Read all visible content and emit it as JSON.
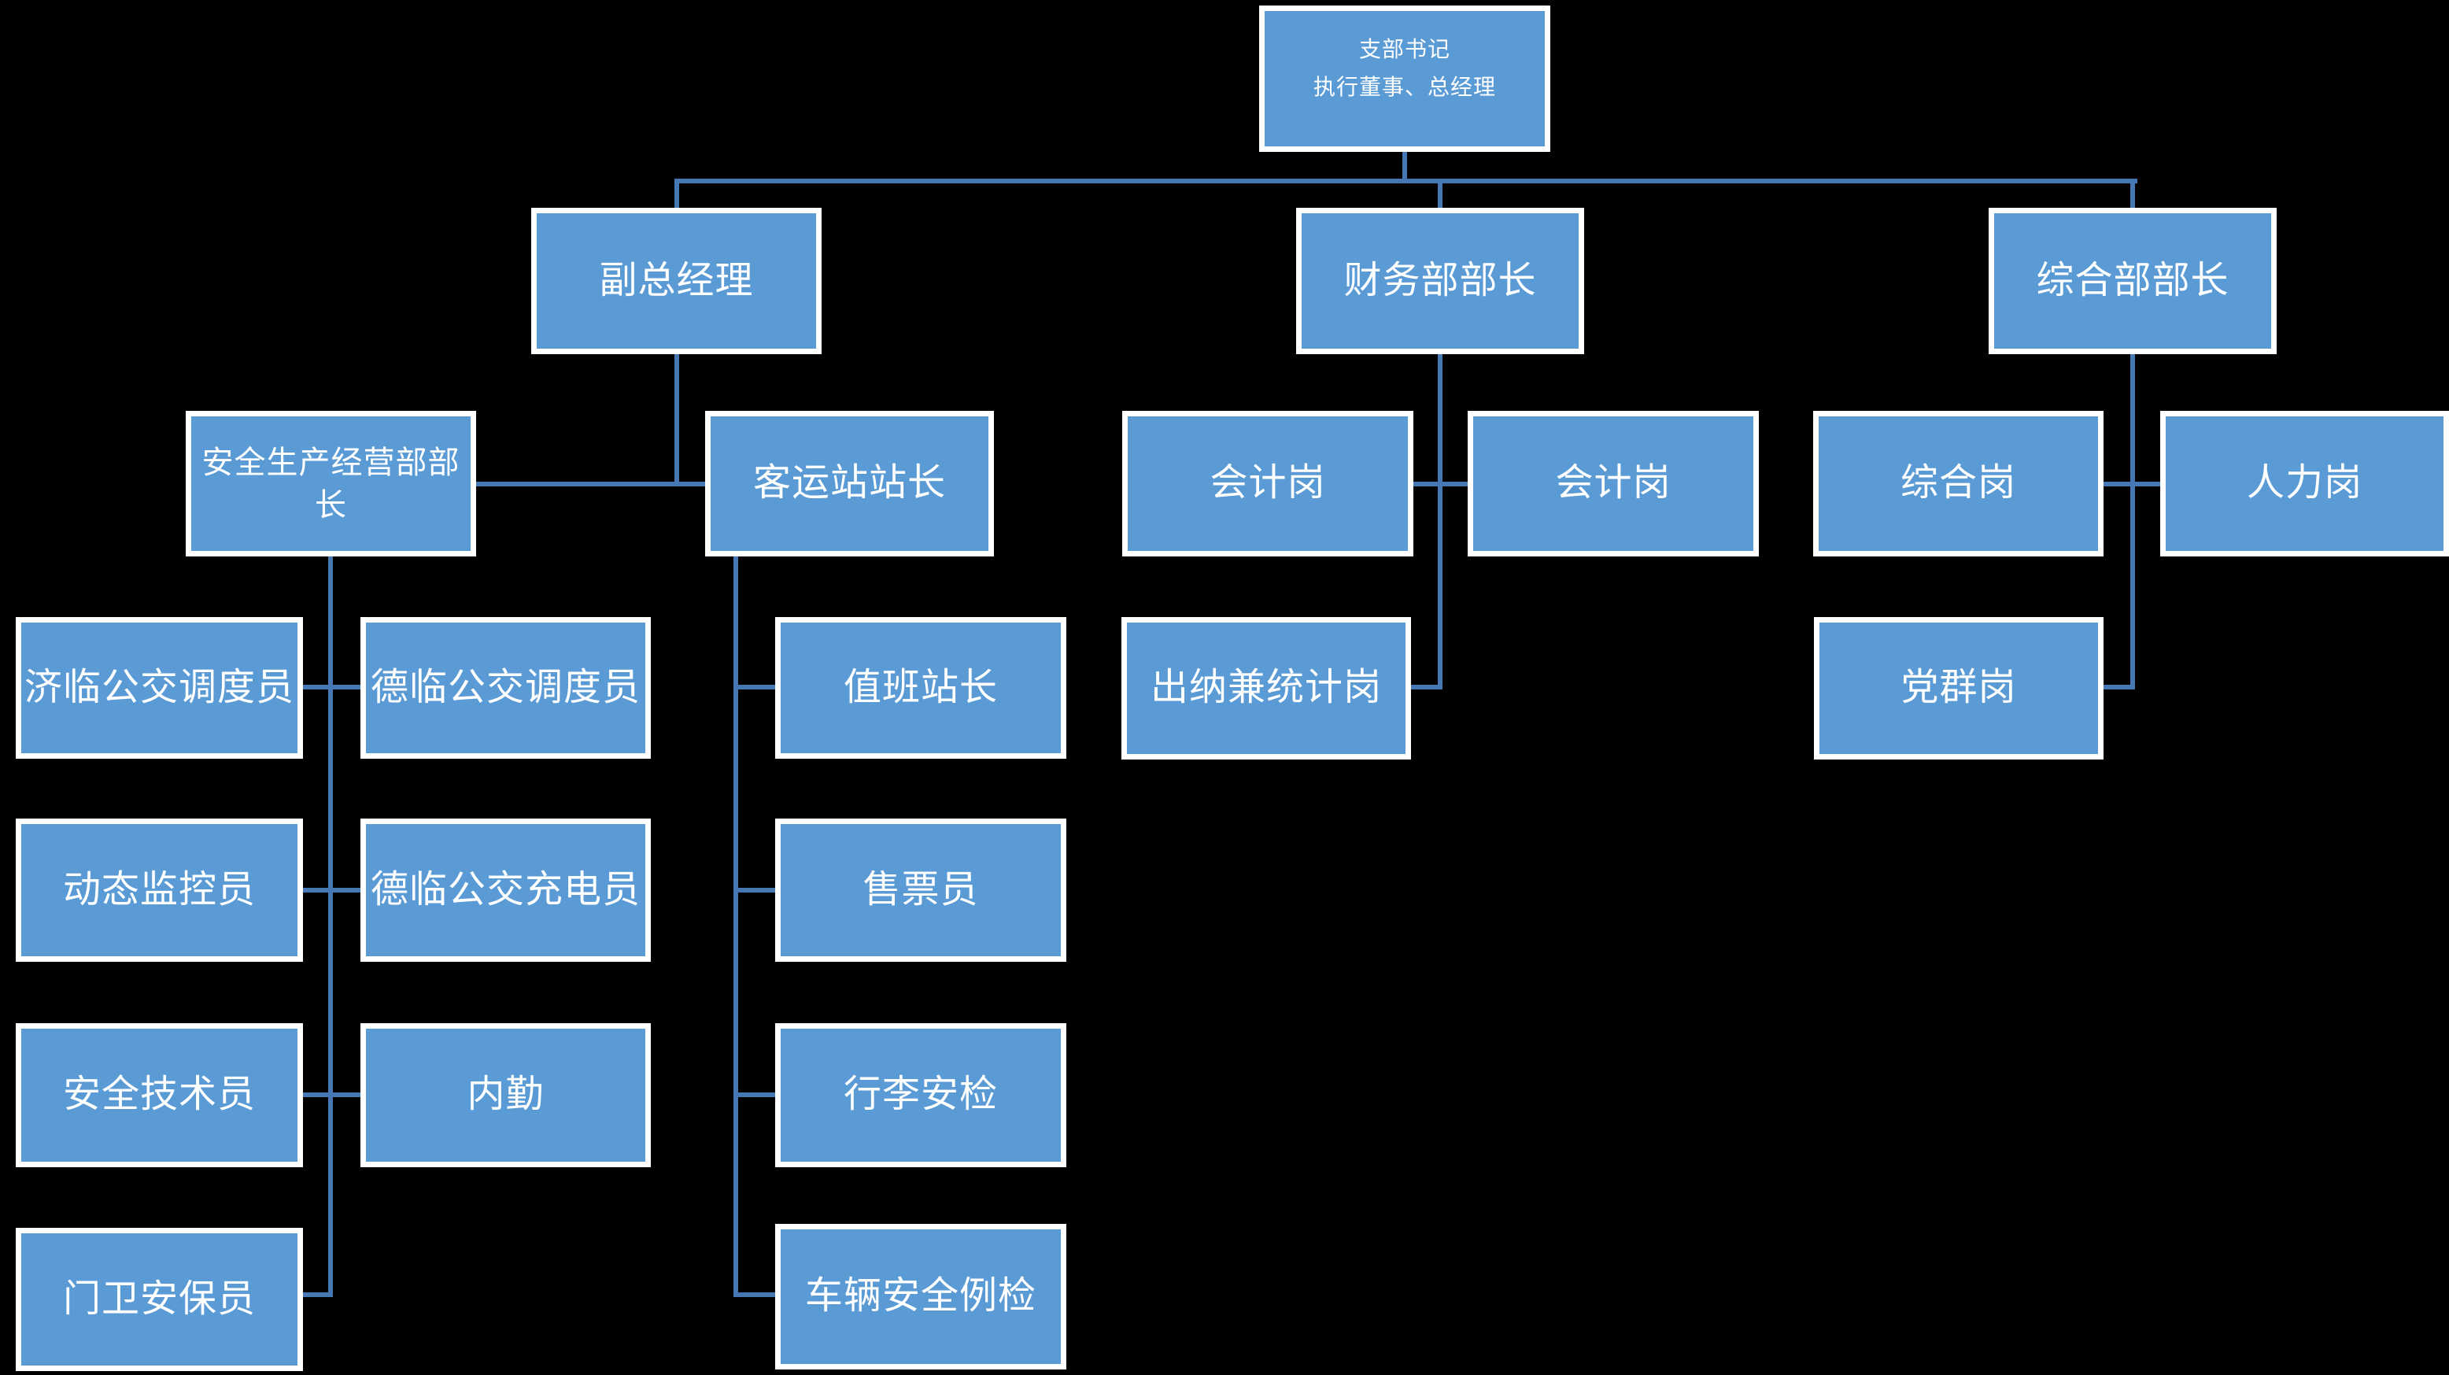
{
  "colors": {
    "background": "#000000",
    "node_fill": "#5b9bd5",
    "node_border": "#ffffff",
    "connector": "#4678b4",
    "text": "#ffffff"
  },
  "org_chart": {
    "type": "organization-chart",
    "root": {
      "label_line1": "支部书记",
      "label_line2": "执行董事、总经理"
    },
    "nodes": {
      "deputy_gm": {
        "label": "副总经理"
      },
      "finance_head": {
        "label": "财务部部长"
      },
      "general_head": {
        "label": "综合部部长"
      },
      "safety_dept_head": {
        "label": "安全生产经营部部长"
      },
      "station_chief": {
        "label": "客运站站长"
      },
      "accountant_1": {
        "label": "会计岗"
      },
      "accountant_2": {
        "label": "会计岗"
      },
      "cashier_statistics": {
        "label": "出纳兼统计岗"
      },
      "general_post": {
        "label": "综合岗"
      },
      "hr_post": {
        "label": "人力岗"
      },
      "party_post": {
        "label": "党群岗"
      },
      "jilin_bus_dispatcher": {
        "label": "济临公交调度员"
      },
      "delin_bus_dispatcher": {
        "label": "德临公交调度员"
      },
      "dynamic_monitor": {
        "label": "动态监控员"
      },
      "delin_bus_charger": {
        "label": "德临公交充电员"
      },
      "safety_technician": {
        "label": "安全技术员"
      },
      "office_clerk": {
        "label": "内勤"
      },
      "gate_guard": {
        "label": "门卫安保员"
      },
      "duty_station_chief": {
        "label": "值班站长"
      },
      "ticket_seller": {
        "label": "售票员"
      },
      "luggage_security": {
        "label": "行李安检"
      },
      "vehicle_safety_inspection": {
        "label": "车辆安全例检"
      }
    }
  }
}
